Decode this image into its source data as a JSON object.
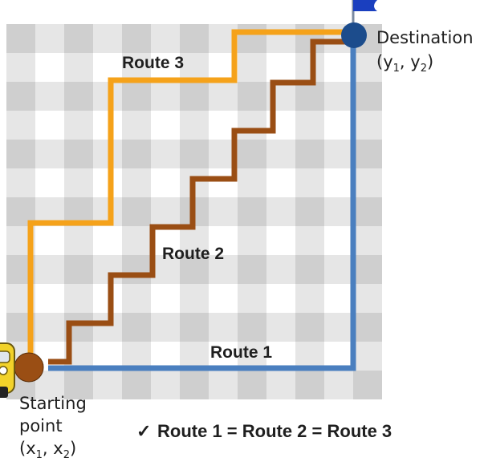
{
  "grid": {
    "cells": 13,
    "colors": {
      "dark": "#cfcfcf",
      "light": "#e6e6e6",
      "background": "#ffffff"
    }
  },
  "routes": [
    {
      "id": "route-1",
      "label": "Route 1",
      "color": "#4a7fbf"
    },
    {
      "id": "route-2",
      "label": "Route 2",
      "color": "#9a4e14"
    },
    {
      "id": "route-3",
      "label": "Route 3",
      "color": "#f5a21a"
    }
  ],
  "start": {
    "label_line1": "Starting",
    "label_line2": "point",
    "coord_a": "x",
    "coord_a_sub": "1",
    "coord_b": "x",
    "coord_b_sub": "2",
    "color": "#9a4e14"
  },
  "destination": {
    "label": "Destination",
    "coord_a": "y",
    "coord_a_sub": "1",
    "coord_b": "y",
    "coord_b_sub": "2",
    "color": "#1c4c8c"
  },
  "conclusion": {
    "check": "✓",
    "text": "Route 1 = Route 2 = Route 3"
  },
  "icons": {
    "car": "car-icon",
    "flag": "flag-icon"
  }
}
